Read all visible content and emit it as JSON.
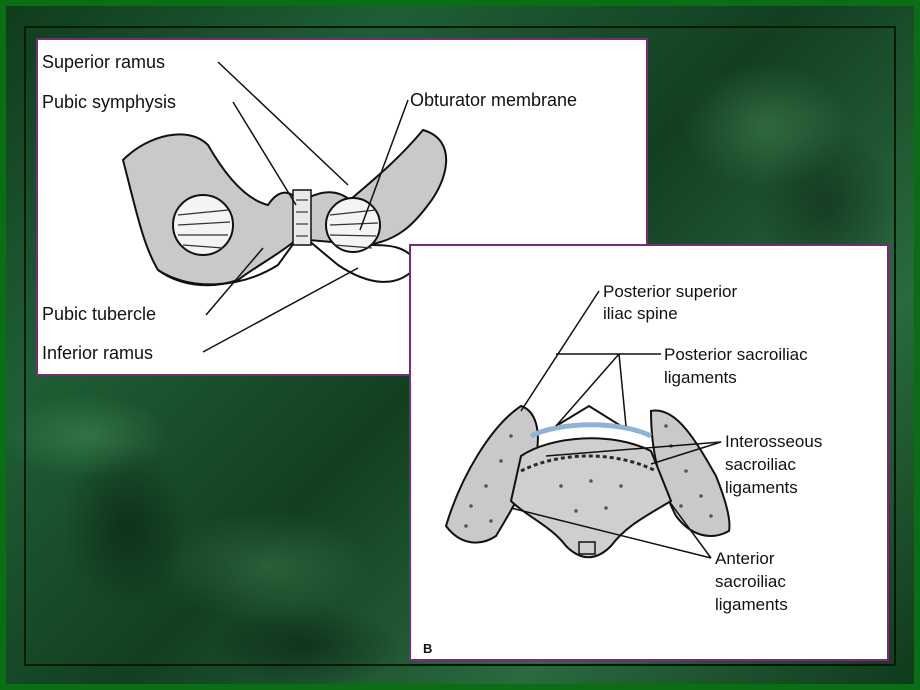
{
  "panel_a": {
    "labels": {
      "superior_ramus": "Superior ramus",
      "pubic_symphysis": "Pubic symphysis",
      "obturator_membrane": "Obturator membrane",
      "pubic_tubercle": "Pubic tubercle",
      "inferior_ramus": "Inferior ramus"
    }
  },
  "panel_b": {
    "letter": "B",
    "labels": {
      "psis_line1": "Posterior superior",
      "psis_line2": "iliac spine",
      "post_sacro_line1": "Posterior sacroiliac",
      "post_sacro_line2": "ligaments",
      "inter_line1": "Interosseous",
      "inter_line2": "sacroiliac",
      "inter_line3": "ligaments",
      "ant_line1": "Anterior",
      "ant_line2": "sacroiliac",
      "ant_line3": "ligaments"
    }
  },
  "colors": {
    "bone": "#c9c9c9",
    "panel_border": "#7a2a7a",
    "ligament": "#8fb3d6"
  }
}
